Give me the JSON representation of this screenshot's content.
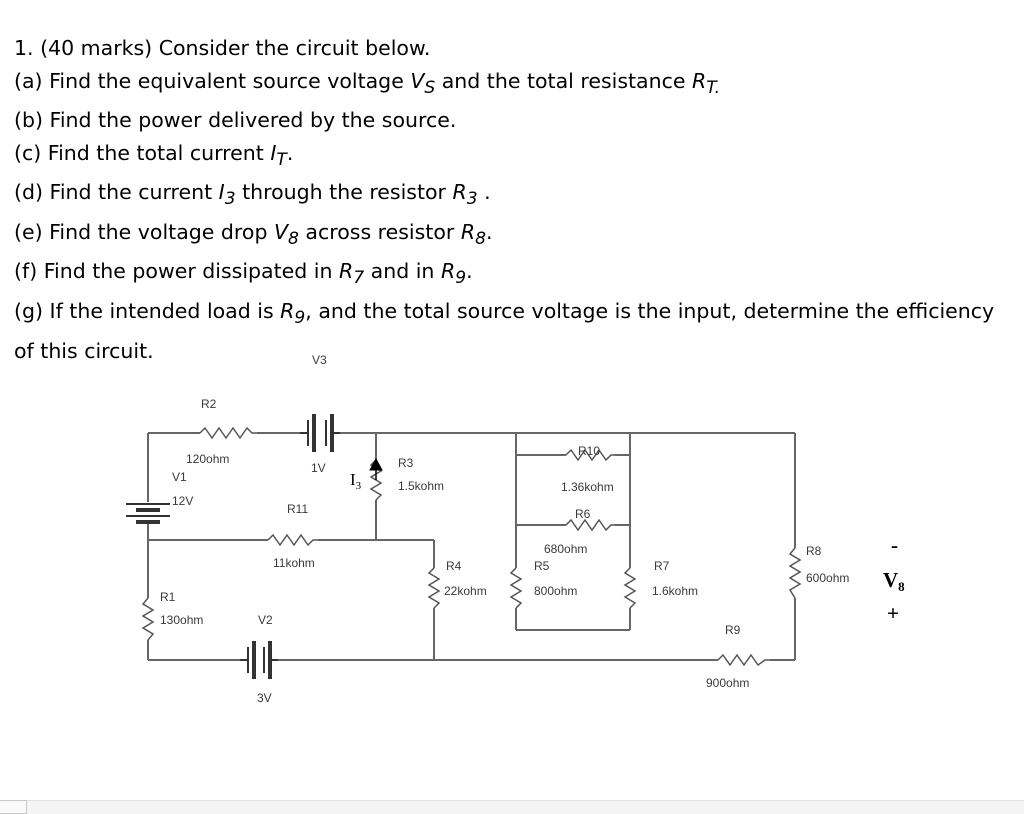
{
  "question": {
    "title": "1. (40 marks) Consider the circuit below.",
    "a": {
      "pre": "(a) Find the equivalent source voltage ",
      "v": "V",
      "vsub": "S",
      "mid": " and the total resistance ",
      "r": "R",
      "rsub": "T."
    },
    "b": "(b) Find the power delivered by the source.",
    "c": {
      "pre": "(c) Find the total current  ",
      "i": "I",
      "isub": "T",
      "post": "."
    },
    "d": {
      "pre": "(d) Find the current ",
      "i": "I",
      "isub": "3",
      "mid": "  through the resistor ",
      "r": "R",
      "rsub": "3",
      "post": " ."
    },
    "e": {
      "pre": "(e) Find the voltage drop ",
      "v": "V",
      "vsub": "8",
      "mid": " across resistor ",
      "r": "R",
      "rsub": "8",
      "post": "."
    },
    "f": {
      "pre": "(f) Find the power dissipated in ",
      "r1": "R",
      "r1sub": "7",
      "mid": " and in ",
      "r2": "R",
      "r2sub": "9",
      "post": "."
    },
    "g": {
      "pre": "(g) If the intended load is ",
      "r": "R",
      "rsub": "9",
      "post": ", and the total source voltage is the input, determine the efficiency of this circuit."
    }
  },
  "circuit": {
    "V1": {
      "name": "V1",
      "value": "12V"
    },
    "V2": {
      "name": "V2",
      "value": "3V"
    },
    "V3": {
      "name": "V3",
      "value": "1V"
    },
    "R1": {
      "name": "R1",
      "value": "130ohm"
    },
    "R2": {
      "name": "R2",
      "value": "120ohm"
    },
    "R3": {
      "name": "R3",
      "value": "1.5kohm"
    },
    "R4": {
      "name": "R4",
      "value": "22kohm"
    },
    "R5": {
      "name": "R5",
      "value": "800ohm"
    },
    "R6": {
      "name": "R6",
      "value": "680ohm"
    },
    "R7": {
      "name": "R7",
      "value": "1.6kohm"
    },
    "R8": {
      "name": "R8",
      "value": "600ohm"
    },
    "R9": {
      "name": "R9",
      "value": "900ohm"
    },
    "R10": {
      "name": "R10",
      "value": "1.36kohm"
    },
    "R11": {
      "name": "R11",
      "value": "11kohm"
    },
    "I3": {
      "sym": "I",
      "sub": "3"
    },
    "V8": {
      "minus": "-",
      "sym": "V",
      "sub": "8",
      "plus": "+"
    }
  }
}
